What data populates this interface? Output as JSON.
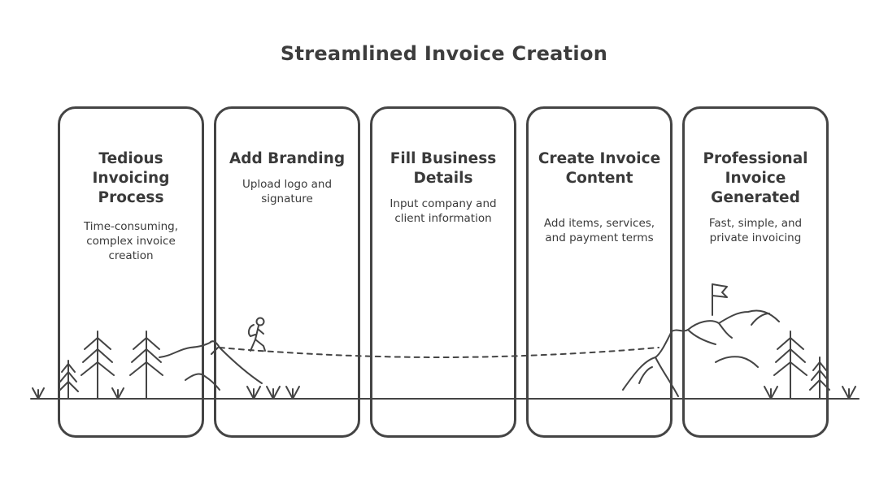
{
  "title": "Streamlined Invoice Creation",
  "steps": [
    {
      "title": "Tedious Invoicing Process",
      "description": "Time-consuming, complex invoice creation"
    },
    {
      "title": "Add Branding",
      "description": "Upload logo and signature"
    },
    {
      "title": "Fill Business Details",
      "description": "Input company and client information"
    },
    {
      "title": "Create Invoice Content",
      "description": "Add items, services, and payment terms"
    },
    {
      "title": "Professional Invoice Generated",
      "description": "Fast, simple, and private invoicing"
    }
  ]
}
